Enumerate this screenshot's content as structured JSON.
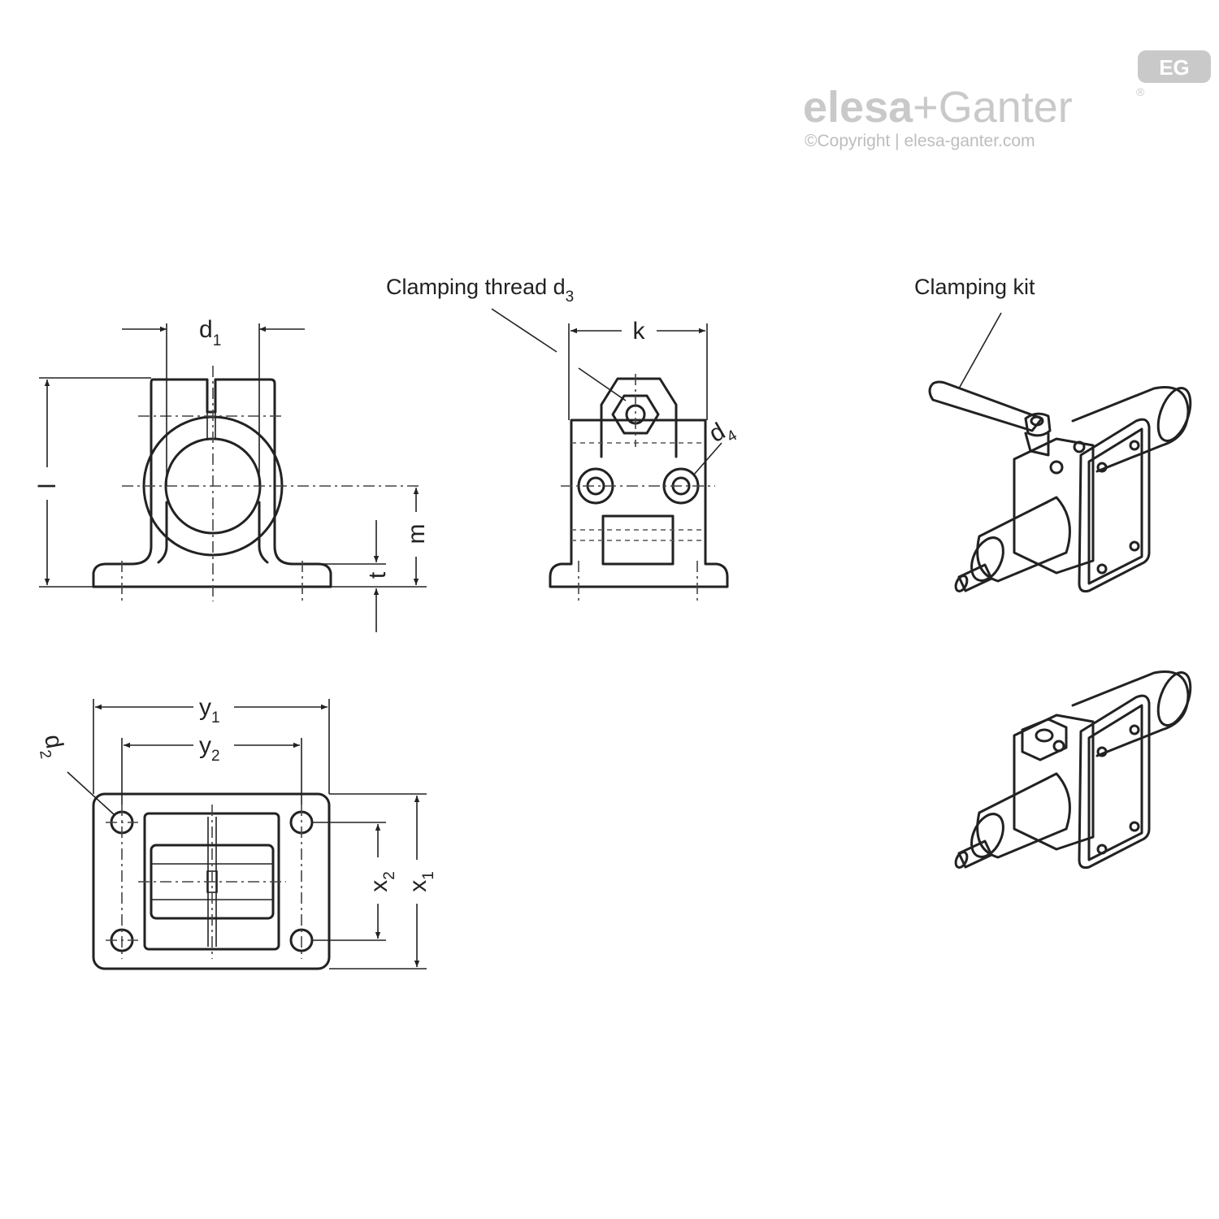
{
  "logo": {
    "badge": "EG",
    "wordmark_left": "elesa",
    "wordmark_plus": "+",
    "wordmark_right": "Ganter",
    "registered": "®",
    "copyright": "©Copyright | elesa-ganter.com",
    "color": "#c9c9c9"
  },
  "callouts": {
    "clamping_thread_main": "Clamping thread d",
    "clamping_thread_sub": "3",
    "clamping_kit": "Clamping kit"
  },
  "dimensions": {
    "d1": {
      "main": "d",
      "sub": "1"
    },
    "k": {
      "main": "k"
    },
    "d4": {
      "main": "d",
      "sub": "4"
    },
    "l": {
      "main": "l"
    },
    "m": {
      "main": "m"
    },
    "t": {
      "main": "t"
    },
    "y1": {
      "main": "y",
      "sub": "1"
    },
    "y2": {
      "main": "y",
      "sub": "2"
    },
    "d2": {
      "main": "d",
      "sub": "2"
    },
    "x2": {
      "main": "x",
      "sub": "2"
    },
    "x1": {
      "main": "x",
      "sub": "1"
    }
  },
  "line_color": "#222222"
}
